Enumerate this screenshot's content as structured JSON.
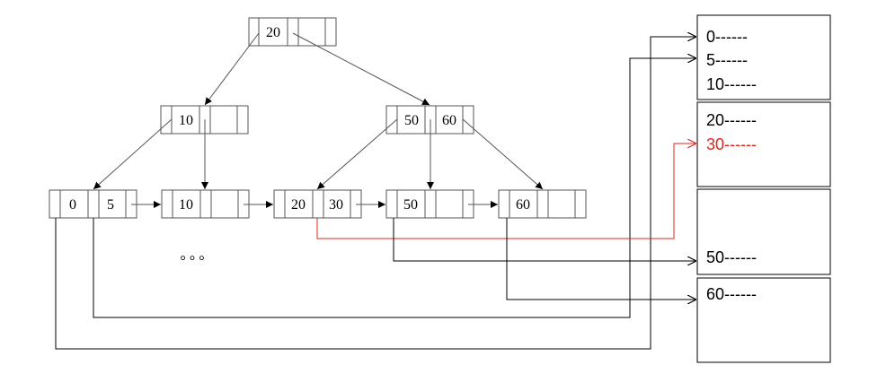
{
  "tree": {
    "root": {
      "keys": [
        "20"
      ]
    },
    "internal": [
      {
        "keys": [
          "10"
        ]
      },
      {
        "keys": [
          "50",
          "60"
        ]
      }
    ],
    "leaves": [
      {
        "keys": [
          "0",
          "5"
        ]
      },
      {
        "keys": [
          "10"
        ]
      },
      {
        "keys": [
          "20",
          "30"
        ]
      },
      {
        "keys": [
          "50"
        ]
      },
      {
        "keys": [
          "60"
        ]
      }
    ],
    "ellipsis": "° ° °"
  },
  "pages": [
    {
      "records": [
        "0------",
        "5------",
        "10------"
      ]
    },
    {
      "records": [
        "20------",
        "30------"
      ]
    },
    {
      "records": [
        "50------"
      ]
    },
    {
      "records": [
        "60------"
      ]
    }
  ],
  "colors": {
    "highlight": "#e0261b",
    "line": "#000000",
    "node_border": "#555555"
  }
}
